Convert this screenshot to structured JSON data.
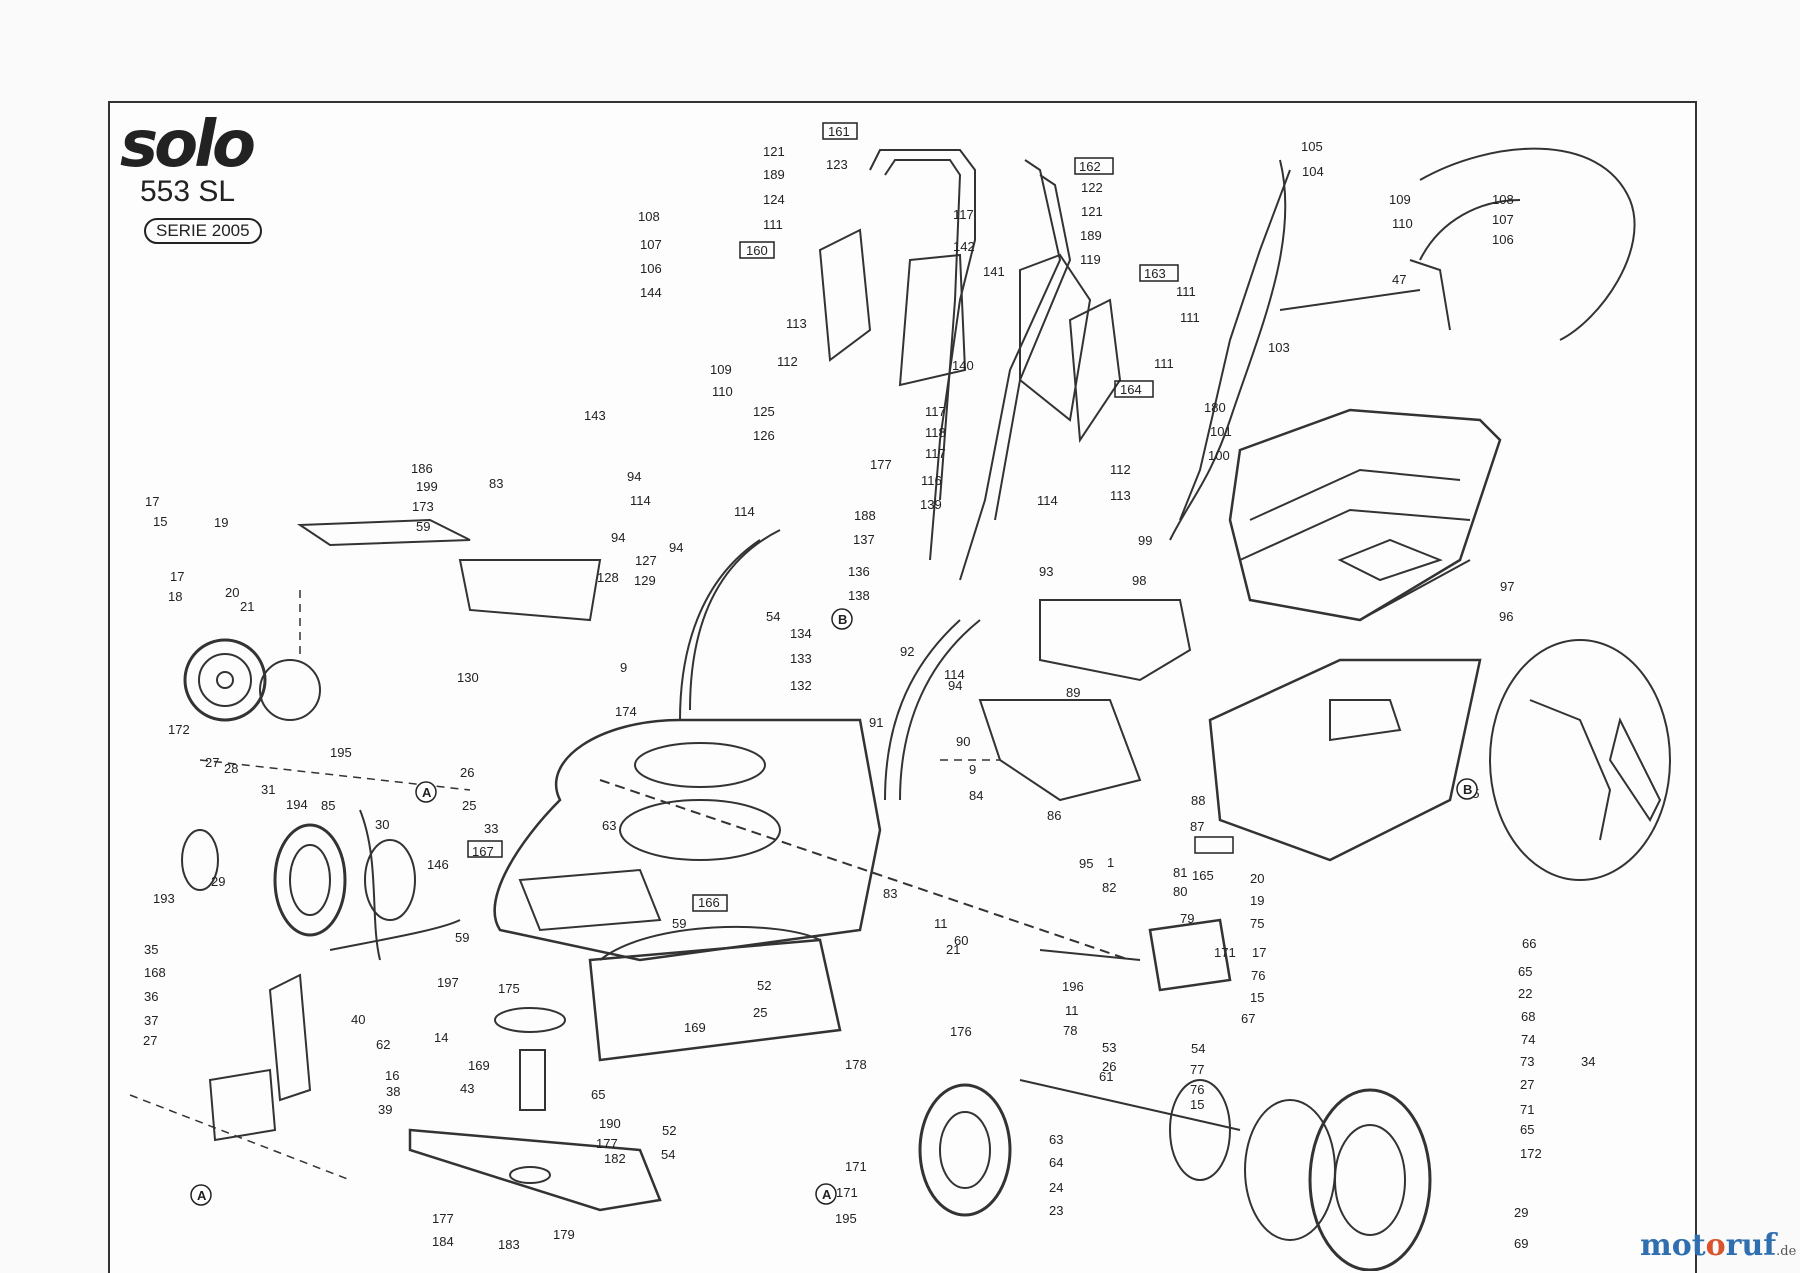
{
  "header": {
    "brand": "solo",
    "model": "553 SL",
    "serie": "SERIE 2005"
  },
  "watermark": {
    "part1": "mot",
    "part2": "o",
    "part3": "ruf",
    "domain": ".de"
  },
  "parts": [
    {
      "t": "161"
    },
    {
      "t": "121"
    },
    {
      "t": "189"
    },
    {
      "t": "123"
    },
    {
      "t": "124"
    },
    {
      "t": "111"
    },
    {
      "t": "162"
    },
    {
      "t": "122"
    },
    {
      "t": "117"
    },
    {
      "t": "121"
    },
    {
      "t": "189"
    },
    {
      "t": "119"
    },
    {
      "t": "105"
    },
    {
      "t": "104"
    },
    {
      "t": "109"
    },
    {
      "t": "108"
    },
    {
      "t": "110"
    },
    {
      "t": "107"
    },
    {
      "t": "106"
    },
    {
      "t": "47"
    },
    {
      "t": "108"
    },
    {
      "t": "107"
    },
    {
      "t": "106"
    },
    {
      "t": "160"
    },
    {
      "t": "144"
    },
    {
      "t": "142"
    },
    {
      "t": "141"
    },
    {
      "t": "163"
    },
    {
      "t": "111"
    },
    {
      "t": "111"
    },
    {
      "t": "103"
    },
    {
      "t": "113"
    },
    {
      "t": "112"
    },
    {
      "t": "109"
    },
    {
      "t": "110"
    },
    {
      "t": "140"
    },
    {
      "t": "111"
    },
    {
      "t": "164"
    },
    {
      "t": "125"
    },
    {
      "t": "126"
    },
    {
      "t": "117"
    },
    {
      "t": "118"
    },
    {
      "t": "117"
    },
    {
      "t": "180"
    },
    {
      "t": "101"
    },
    {
      "t": "100"
    },
    {
      "t": "143"
    },
    {
      "t": "94"
    },
    {
      "t": "114"
    },
    {
      "t": "177"
    },
    {
      "t": "112"
    },
    {
      "t": "116"
    },
    {
      "t": "113"
    },
    {
      "t": "139"
    },
    {
      "t": "186"
    },
    {
      "t": "199"
    },
    {
      "t": "173"
    },
    {
      "t": "59"
    },
    {
      "t": "83"
    },
    {
      "t": "114"
    },
    {
      "t": "94"
    },
    {
      "t": "99"
    },
    {
      "t": "188"
    },
    {
      "t": "137"
    },
    {
      "t": "114"
    },
    {
      "t": "17"
    },
    {
      "t": "15"
    },
    {
      "t": "19"
    },
    {
      "t": "17"
    },
    {
      "t": "18"
    },
    {
      "t": "20"
    },
    {
      "t": "21"
    },
    {
      "t": "128"
    },
    {
      "t": "94"
    },
    {
      "t": "136"
    },
    {
      "t": "127"
    },
    {
      "t": "129"
    },
    {
      "t": "138"
    },
    {
      "t": "93"
    },
    {
      "t": "98"
    },
    {
      "t": "97"
    },
    {
      "t": "96"
    },
    {
      "t": "54"
    },
    {
      "t": "134"
    },
    {
      "t": "133"
    },
    {
      "t": "132"
    },
    {
      "t": "9"
    },
    {
      "t": "130"
    },
    {
      "t": "92"
    },
    {
      "t": "114"
    },
    {
      "t": "94"
    },
    {
      "t": "89"
    },
    {
      "t": "174"
    },
    {
      "t": "91"
    },
    {
      "t": "90"
    },
    {
      "t": "172"
    },
    {
      "t": "27"
    },
    {
      "t": "28"
    },
    {
      "t": "195"
    },
    {
      "t": "26"
    },
    {
      "t": "25"
    },
    {
      "t": "9"
    },
    {
      "t": "84"
    },
    {
      "t": "88"
    },
    {
      "t": "86"
    },
    {
      "t": "87"
    },
    {
      "t": "95"
    },
    {
      "t": "165"
    },
    {
      "t": "65"
    },
    {
      "t": "31"
    },
    {
      "t": "194"
    },
    {
      "t": "85"
    },
    {
      "t": "30"
    },
    {
      "t": "33"
    },
    {
      "t": "167"
    },
    {
      "t": "146"
    },
    {
      "t": "1"
    },
    {
      "t": "81"
    },
    {
      "t": "82"
    },
    {
      "t": "80"
    },
    {
      "t": "79"
    },
    {
      "t": "193"
    },
    {
      "t": "29"
    },
    {
      "t": "166"
    },
    {
      "t": "63"
    },
    {
      "t": "83"
    },
    {
      "t": "59"
    },
    {
      "t": "11"
    },
    {
      "t": "60"
    },
    {
      "t": "171"
    },
    {
      "t": "59"
    },
    {
      "t": "21"
    },
    {
      "t": "20"
    },
    {
      "t": "19"
    },
    {
      "t": "75"
    },
    {
      "t": "17"
    },
    {
      "t": "76"
    },
    {
      "t": "15"
    },
    {
      "t": "67"
    },
    {
      "t": "66"
    },
    {
      "t": "65"
    },
    {
      "t": "22"
    },
    {
      "t": "68"
    },
    {
      "t": "74"
    },
    {
      "t": "73"
    },
    {
      "t": "27"
    },
    {
      "t": "71"
    },
    {
      "t": "65"
    },
    {
      "t": "172"
    },
    {
      "t": "34"
    },
    {
      "t": "35"
    },
    {
      "t": "168"
    },
    {
      "t": "36"
    },
    {
      "t": "37"
    },
    {
      "t": "27"
    },
    {
      "t": "197"
    },
    {
      "t": "52"
    },
    {
      "t": "175"
    },
    {
      "t": "40"
    },
    {
      "t": "25"
    },
    {
      "t": "196"
    },
    {
      "t": "11"
    },
    {
      "t": "78"
    },
    {
      "t": "14"
    },
    {
      "t": "169"
    },
    {
      "t": "176"
    },
    {
      "t": "53"
    },
    {
      "t": "26"
    },
    {
      "t": "61"
    },
    {
      "t": "62"
    },
    {
      "t": "16"
    },
    {
      "t": "38"
    },
    {
      "t": "39"
    },
    {
      "t": "169"
    },
    {
      "t": "43"
    },
    {
      "t": "178"
    },
    {
      "t": "54"
    },
    {
      "t": "77"
    },
    {
      "t": "76"
    },
    {
      "t": "15"
    },
    {
      "t": "65"
    },
    {
      "t": "190"
    },
    {
      "t": "177"
    },
    {
      "t": "52"
    },
    {
      "t": "54"
    },
    {
      "t": "171"
    },
    {
      "t": "182"
    },
    {
      "t": "63"
    },
    {
      "t": "64"
    },
    {
      "t": "24"
    },
    {
      "t": "23"
    },
    {
      "t": "195"
    },
    {
      "t": "171"
    },
    {
      "t": "177"
    },
    {
      "t": "184"
    },
    {
      "t": "183"
    },
    {
      "t": "179"
    },
    {
      "t": "29"
    },
    {
      "t": "69"
    },
    {
      "t": "A"
    },
    {
      "t": "A"
    },
    {
      "t": "A"
    },
    {
      "t": "B"
    },
    {
      "t": "B"
    }
  ]
}
